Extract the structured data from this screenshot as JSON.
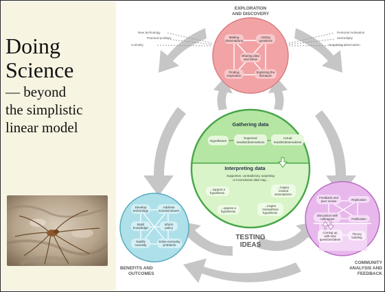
{
  "slide": {
    "title_line1": "Doing",
    "title_line2": "Science",
    "title_line3": "— beyond",
    "title_line4": "the simplistic",
    "title_line5": "linear model"
  },
  "photo": {
    "subject": "harvestman-spider-on-rock"
  },
  "diagram": {
    "exploration": {
      "title_line1": "EXPLORATION",
      "title_line2": "AND DISCOVERY",
      "making1": "Making",
      "making2": "observations",
      "asking1": "Asking",
      "asking2": "questions",
      "sharing1": "Sharing data",
      "sharing2": "and ideas",
      "finding1": "Finding",
      "finding2": "inspiration",
      "exploring1": "Exploring the",
      "exploring2": "literature",
      "left_inputs": [
        "New technology",
        "Practical problem",
        "Curiosity"
      ],
      "right_inputs": [
        "Personal motivation",
        "Serendipity",
        "Surprising observation"
      ]
    },
    "testing": {
      "gathering_title": "Gathering data",
      "hypotheses": "Hypotheses",
      "expected1": "Expected",
      "expected2": "results/observations",
      "actual1": "Actual",
      "actual2": "results/observations",
      "interpreting_title": "Interpreting data",
      "interp1": "Supportive, contradictory, surprising",
      "interp2": "or inconclusive data may...",
      "support1": "...support a",
      "support2": "hypothesis.",
      "inspire1": "...inspire",
      "inspire2": "revised",
      "inspire3": "assumptions.",
      "oppose1": "...oppose a",
      "oppose2": "hypothesis.",
      "inspnew1": "...inspire",
      "inspnew2": "revised/new",
      "inspnew3": "hypothesis.",
      "title_line1": "TESTING",
      "title_line2": "IDEAS"
    },
    "benefits": {
      "develop1": "Develop",
      "develop2": "technology",
      "address1": "Address",
      "address2": "societal issues",
      "build1": "Build",
      "build2": "knowledge",
      "inform1": "Inform",
      "inform2": "policy",
      "satisfy1": "Satisfy",
      "satisfy2": "curiosity",
      "solve1": "Solve everyday",
      "solve2": "problems",
      "title_line1": "BENEFITS AND",
      "title_line2": "OUTCOMES"
    },
    "community": {
      "feedback1": "Feedback and",
      "feedback2": "peer review",
      "replication": "Replication",
      "discussion1": "Discussion with",
      "discussion2": "colleagues",
      "publication": "Publication",
      "coming1": "Coming up",
      "coming2": "with new",
      "coming3": "questions/ideas",
      "theory1": "Theory",
      "theory2": "building",
      "title_line1": "COMMUNITY",
      "title_line2": "ANALYSIS AND",
      "title_line3": "FEEDBACK"
    }
  }
}
